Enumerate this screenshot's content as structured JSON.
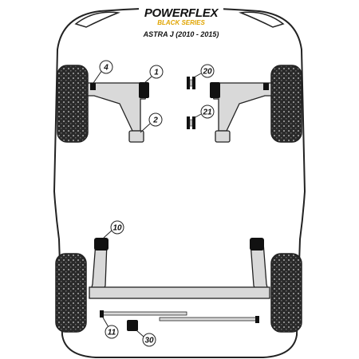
{
  "brand": {
    "name": "POWERFLEX",
    "tagline": "BLACK SERIES",
    "model": "ASTRA J (2010 - 2015)"
  },
  "colors": {
    "outline": "#222222",
    "component": "#d9d9d9",
    "bush": "#111111",
    "tyre": "#2a2a2a",
    "accent": "#e0a400",
    "background": "#ffffff"
  },
  "callouts": [
    {
      "id": "4",
      "label": "4"
    },
    {
      "id": "1",
      "label": "1"
    },
    {
      "id": "2",
      "label": "2"
    },
    {
      "id": "20",
      "label": "20"
    },
    {
      "id": "21",
      "label": "21"
    },
    {
      "id": "10",
      "label": "10"
    },
    {
      "id": "11",
      "label": "11"
    },
    {
      "id": "30",
      "label": "30"
    }
  ]
}
